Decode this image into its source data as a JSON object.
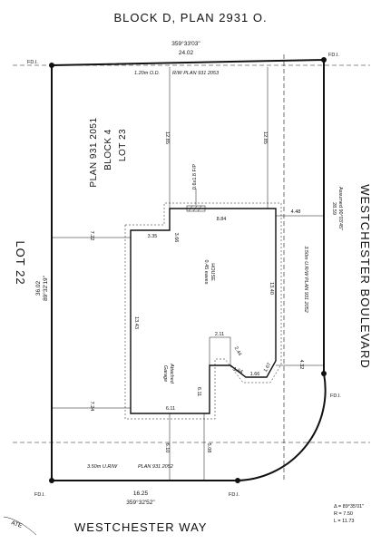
{
  "header": {
    "block_title": "BLOCK D, PLAN 2931 O."
  },
  "labels": {
    "lot23": [
      "LOT 23",
      "BLOCK 4",
      "PLAN 931 2051"
    ],
    "lot22": "LOT 22",
    "street_right": "WESTCHESTER BOULEVARD",
    "street_bottom": "WESTCHESTER   WAY",
    "corner_stamp": "ATE"
  },
  "boundary": {
    "top_bearing": "359°33'03\"",
    "top_length": "24.02",
    "left_length": "36.02",
    "left_bearing": "89°32'19\"",
    "bottom_length": "16.25",
    "bottom_bearing": "359°32'52\"",
    "right_assumed": "Assumed 90°03'45\"",
    "right_length": "28.59",
    "curve": [
      "Δ = 89°35'01\"",
      "R = 7.50",
      "L = 11.73"
    ]
  },
  "markers": {
    "fd": "FD.I."
  },
  "easements": {
    "top_od": "1.20m O.D.",
    "top_rw": "R/W PLAN 931 2053",
    "right_uw": "3.50m U.R/W PLAN 931 2052",
    "bottom_uw": "3.50m U.R/W",
    "bottom_plan": "PLAN 931 2052"
  },
  "house": {
    "label": "HOUSE",
    "eaves": "0.45 eaves",
    "garage": [
      "Attached",
      "Garage"
    ],
    "fp": "0.6x1.8 F/P"
  },
  "dims": {
    "front_left": "12.85",
    "front_right": "12.85",
    "width_top": "8.84",
    "side_right": "4.48",
    "left_upper": "7.22",
    "left_lower": "7.24",
    "jog_3_35": "3.35",
    "jog_3_66": "3.66",
    "right_13_40": "13.40",
    "left_13_43": "13.43",
    "notch_2_11": "2.11",
    "notch_2_44": "2.44",
    "angle_1_64": "1.64",
    "angle_1_66": "1.66",
    "angle_1_67": "1.67",
    "right_4_32": "4.32",
    "garage_6_11a": "6.11",
    "garage_6_11b": "6.11",
    "rear_6_10": "6.10",
    "rear_5_08": "5.08"
  }
}
